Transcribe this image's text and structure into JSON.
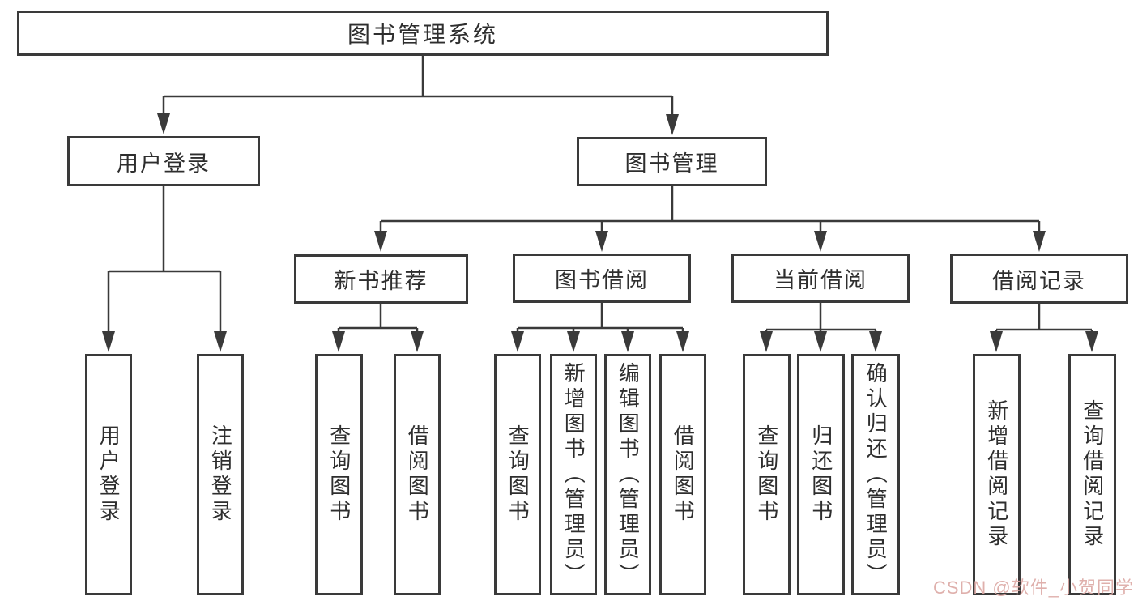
{
  "diagram": {
    "title_hint": "library management system function structure chart",
    "root": {
      "label": "图书管理系统"
    },
    "level2": [
      {
        "label": "用户登录"
      },
      {
        "label": "图书管理"
      }
    ],
    "level3": [
      {
        "label": "新书推荐"
      },
      {
        "label": "图书借阅"
      },
      {
        "label": "当前借阅"
      },
      {
        "label": "借阅记录"
      }
    ],
    "leaves": {
      "user_login": [
        {
          "label": "用户登录"
        },
        {
          "label": "注销登录"
        }
      ],
      "new_book_recommend": [
        {
          "label": "查询图书"
        },
        {
          "label": "借阅图书"
        }
      ],
      "book_borrow": [
        {
          "label": "查询图书"
        },
        {
          "label": "新增图书（管理员）"
        },
        {
          "label": "编辑图书（管理员）"
        },
        {
          "label": "借阅图书"
        }
      ],
      "current_borrow": [
        {
          "label": "查询图书"
        },
        {
          "label": "归还图书"
        },
        {
          "label": "确认归还（管理员）"
        }
      ],
      "borrow_record": [
        {
          "label": "新增借阅记录"
        },
        {
          "label": "查询借阅记录"
        }
      ]
    },
    "watermark": {
      "text": "CSDN @软件_小贺同学"
    },
    "colors": {
      "line": "#3a3a3a",
      "text": "#2e2e2e",
      "background": "#ffffff",
      "watermark": "#dca8a4"
    }
  }
}
